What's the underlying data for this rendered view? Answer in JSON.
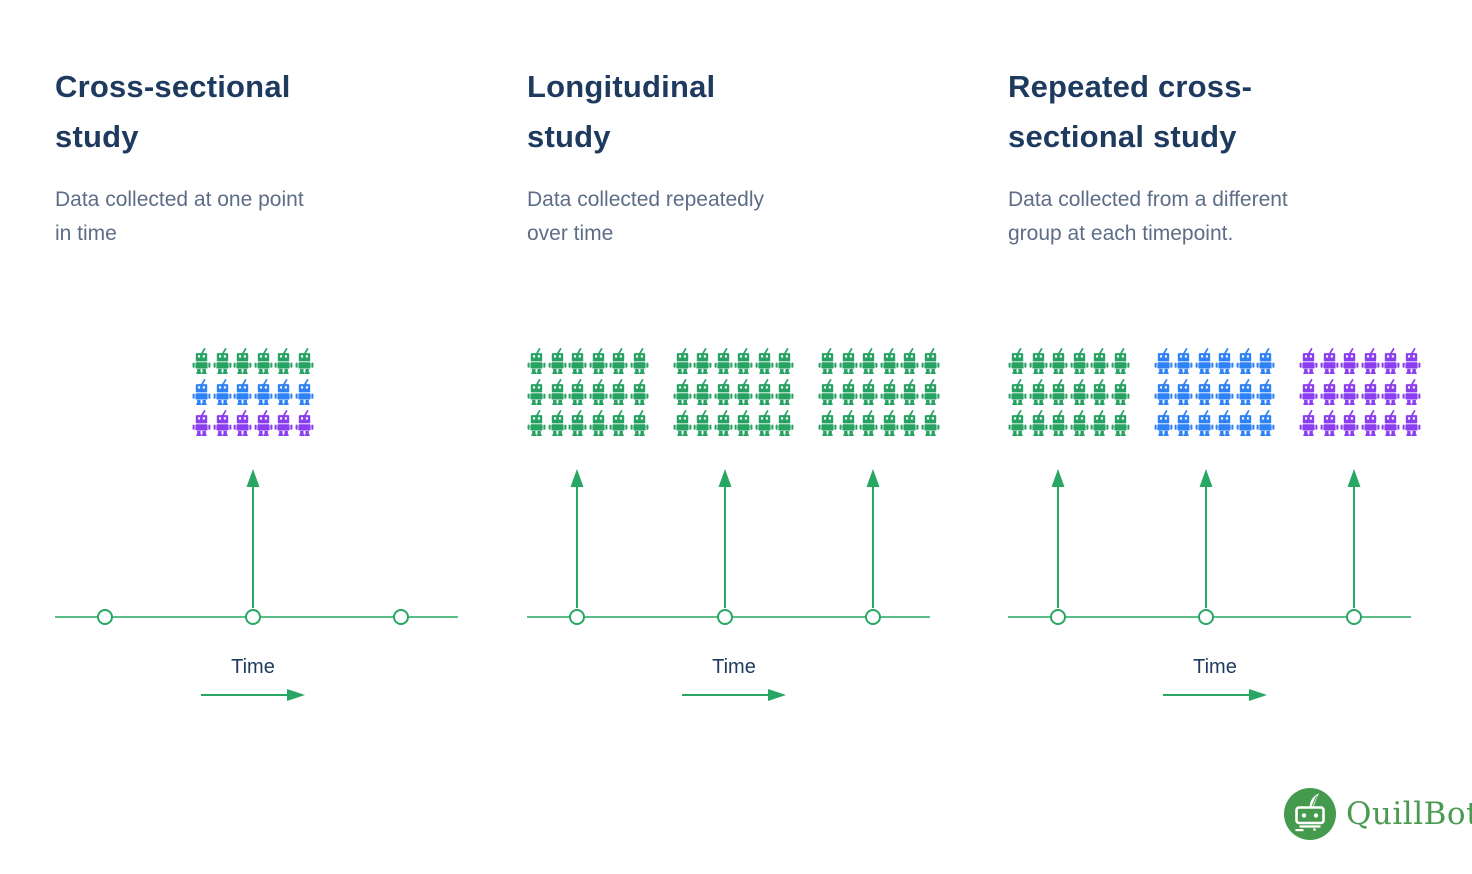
{
  "colors": {
    "green": "#27a263",
    "blue": "#2e82f5",
    "purple": "#8b3df0",
    "timeline_green": "#27a763",
    "title_navy": "#1e3a5f",
    "description_gray": "#5d6d87",
    "logo_green": "#459a4e",
    "logo_text_green": "#4a9a51"
  },
  "panels": [
    {
      "title": "Cross-sectional study",
      "title_lines": [
        "Cross-sectional",
        "study"
      ],
      "description_lines": [
        "Data collected at one point",
        "in time"
      ],
      "groups": [
        {
          "cols": 6,
          "rows": [
            "green",
            "blue",
            "purple"
          ]
        }
      ],
      "timeline": {
        "ticks": 3,
        "arrows": [
          false,
          true,
          false
        ]
      },
      "time_label": "Time"
    },
    {
      "title": "Longitudinal study",
      "title_lines": [
        "Longitudinal",
        "study"
      ],
      "description_lines": [
        "Data collected repeatedly",
        "over time"
      ],
      "groups": [
        {
          "cols": 6,
          "rows": [
            "green",
            "green",
            "green"
          ]
        },
        {
          "cols": 6,
          "rows": [
            "green",
            "green",
            "green"
          ]
        },
        {
          "cols": 6,
          "rows": [
            "green",
            "green",
            "green"
          ]
        }
      ],
      "timeline": {
        "ticks": 3,
        "arrows": [
          true,
          true,
          true
        ]
      },
      "time_label": "Time"
    },
    {
      "title": "Repeated cross-sectional study",
      "title_lines": [
        "Repeated cross-",
        "sectional study"
      ],
      "description_lines": [
        "Data collected from a different",
        "group at each timepoint."
      ],
      "groups": [
        {
          "cols": 6,
          "rows": [
            "green",
            "green",
            "green"
          ]
        },
        {
          "cols": 6,
          "rows": [
            "blue",
            "blue",
            "blue"
          ]
        },
        {
          "cols": 6,
          "rows": [
            "purple",
            "purple",
            "purple"
          ]
        }
      ],
      "timeline": {
        "ticks": 3,
        "arrows": [
          true,
          true,
          true
        ]
      },
      "time_label": "Time"
    }
  ],
  "logo": {
    "text": "QuillBot"
  }
}
